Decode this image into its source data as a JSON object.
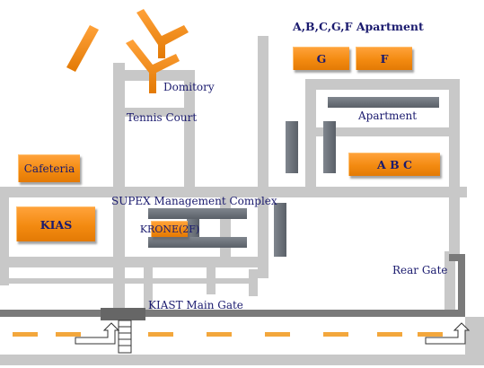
{
  "labels": {
    "apartment_title": "A,B,C,G,F Apartment",
    "dormitory": "Domitory",
    "tennis_court": "Tennis Court",
    "apartment": "Apartment",
    "cafeteria": "Cafeteria",
    "kias": "KIAS",
    "supex": "SUPEX Management Complex",
    "krone": "KRONE(2F)",
    "rear_gate": "Rear Gate",
    "main_gate": "KIAST Main Gate",
    "building_g": "G",
    "building_f": "F",
    "building_abc": "A B C"
  },
  "colors": {
    "road": "#c8c8c8",
    "building": "#f38a10",
    "label_text": "#1a1a6e",
    "grey_building": "#6a7078",
    "main_road": "#7a7a7a",
    "lane_marking": "#f3a73c"
  }
}
